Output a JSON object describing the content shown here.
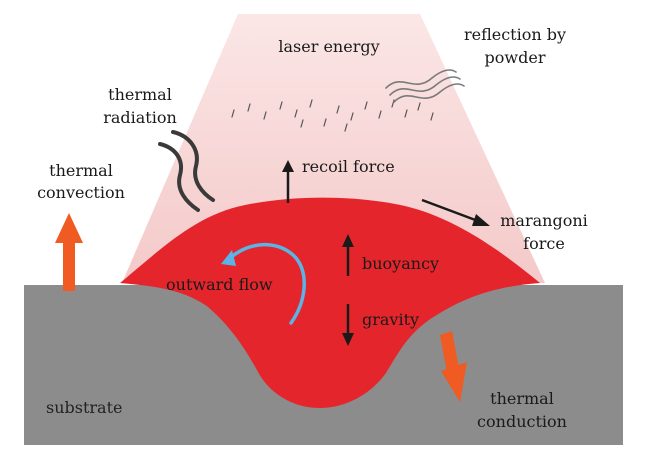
{
  "labels": {
    "laser_energy": "laser energy",
    "reflection_line1": "reflection by",
    "reflection_line2": "powder",
    "radiation_line1": "thermal",
    "radiation_line2": "radiation",
    "convection_line1": "thermal",
    "convection_line2": "convection",
    "recoil_force": "recoil force",
    "marangoni_line1": "marangoni",
    "marangoni_line2": "force",
    "buoyancy": "buoyancy",
    "outward_flow": "outward flow",
    "gravity": "gravity",
    "substrate": "substrate",
    "conduction_line1": "thermal",
    "conduction_line2": "conduction"
  },
  "colors": {
    "laser_beam": "#f6d3d3",
    "melt_pool": "#e4262c",
    "substrate": "#8c8c8d",
    "heat_arrow": "#f05a23",
    "flow_arrow": "#5ab4e6",
    "force_arrow": "#1a1a1a"
  }
}
